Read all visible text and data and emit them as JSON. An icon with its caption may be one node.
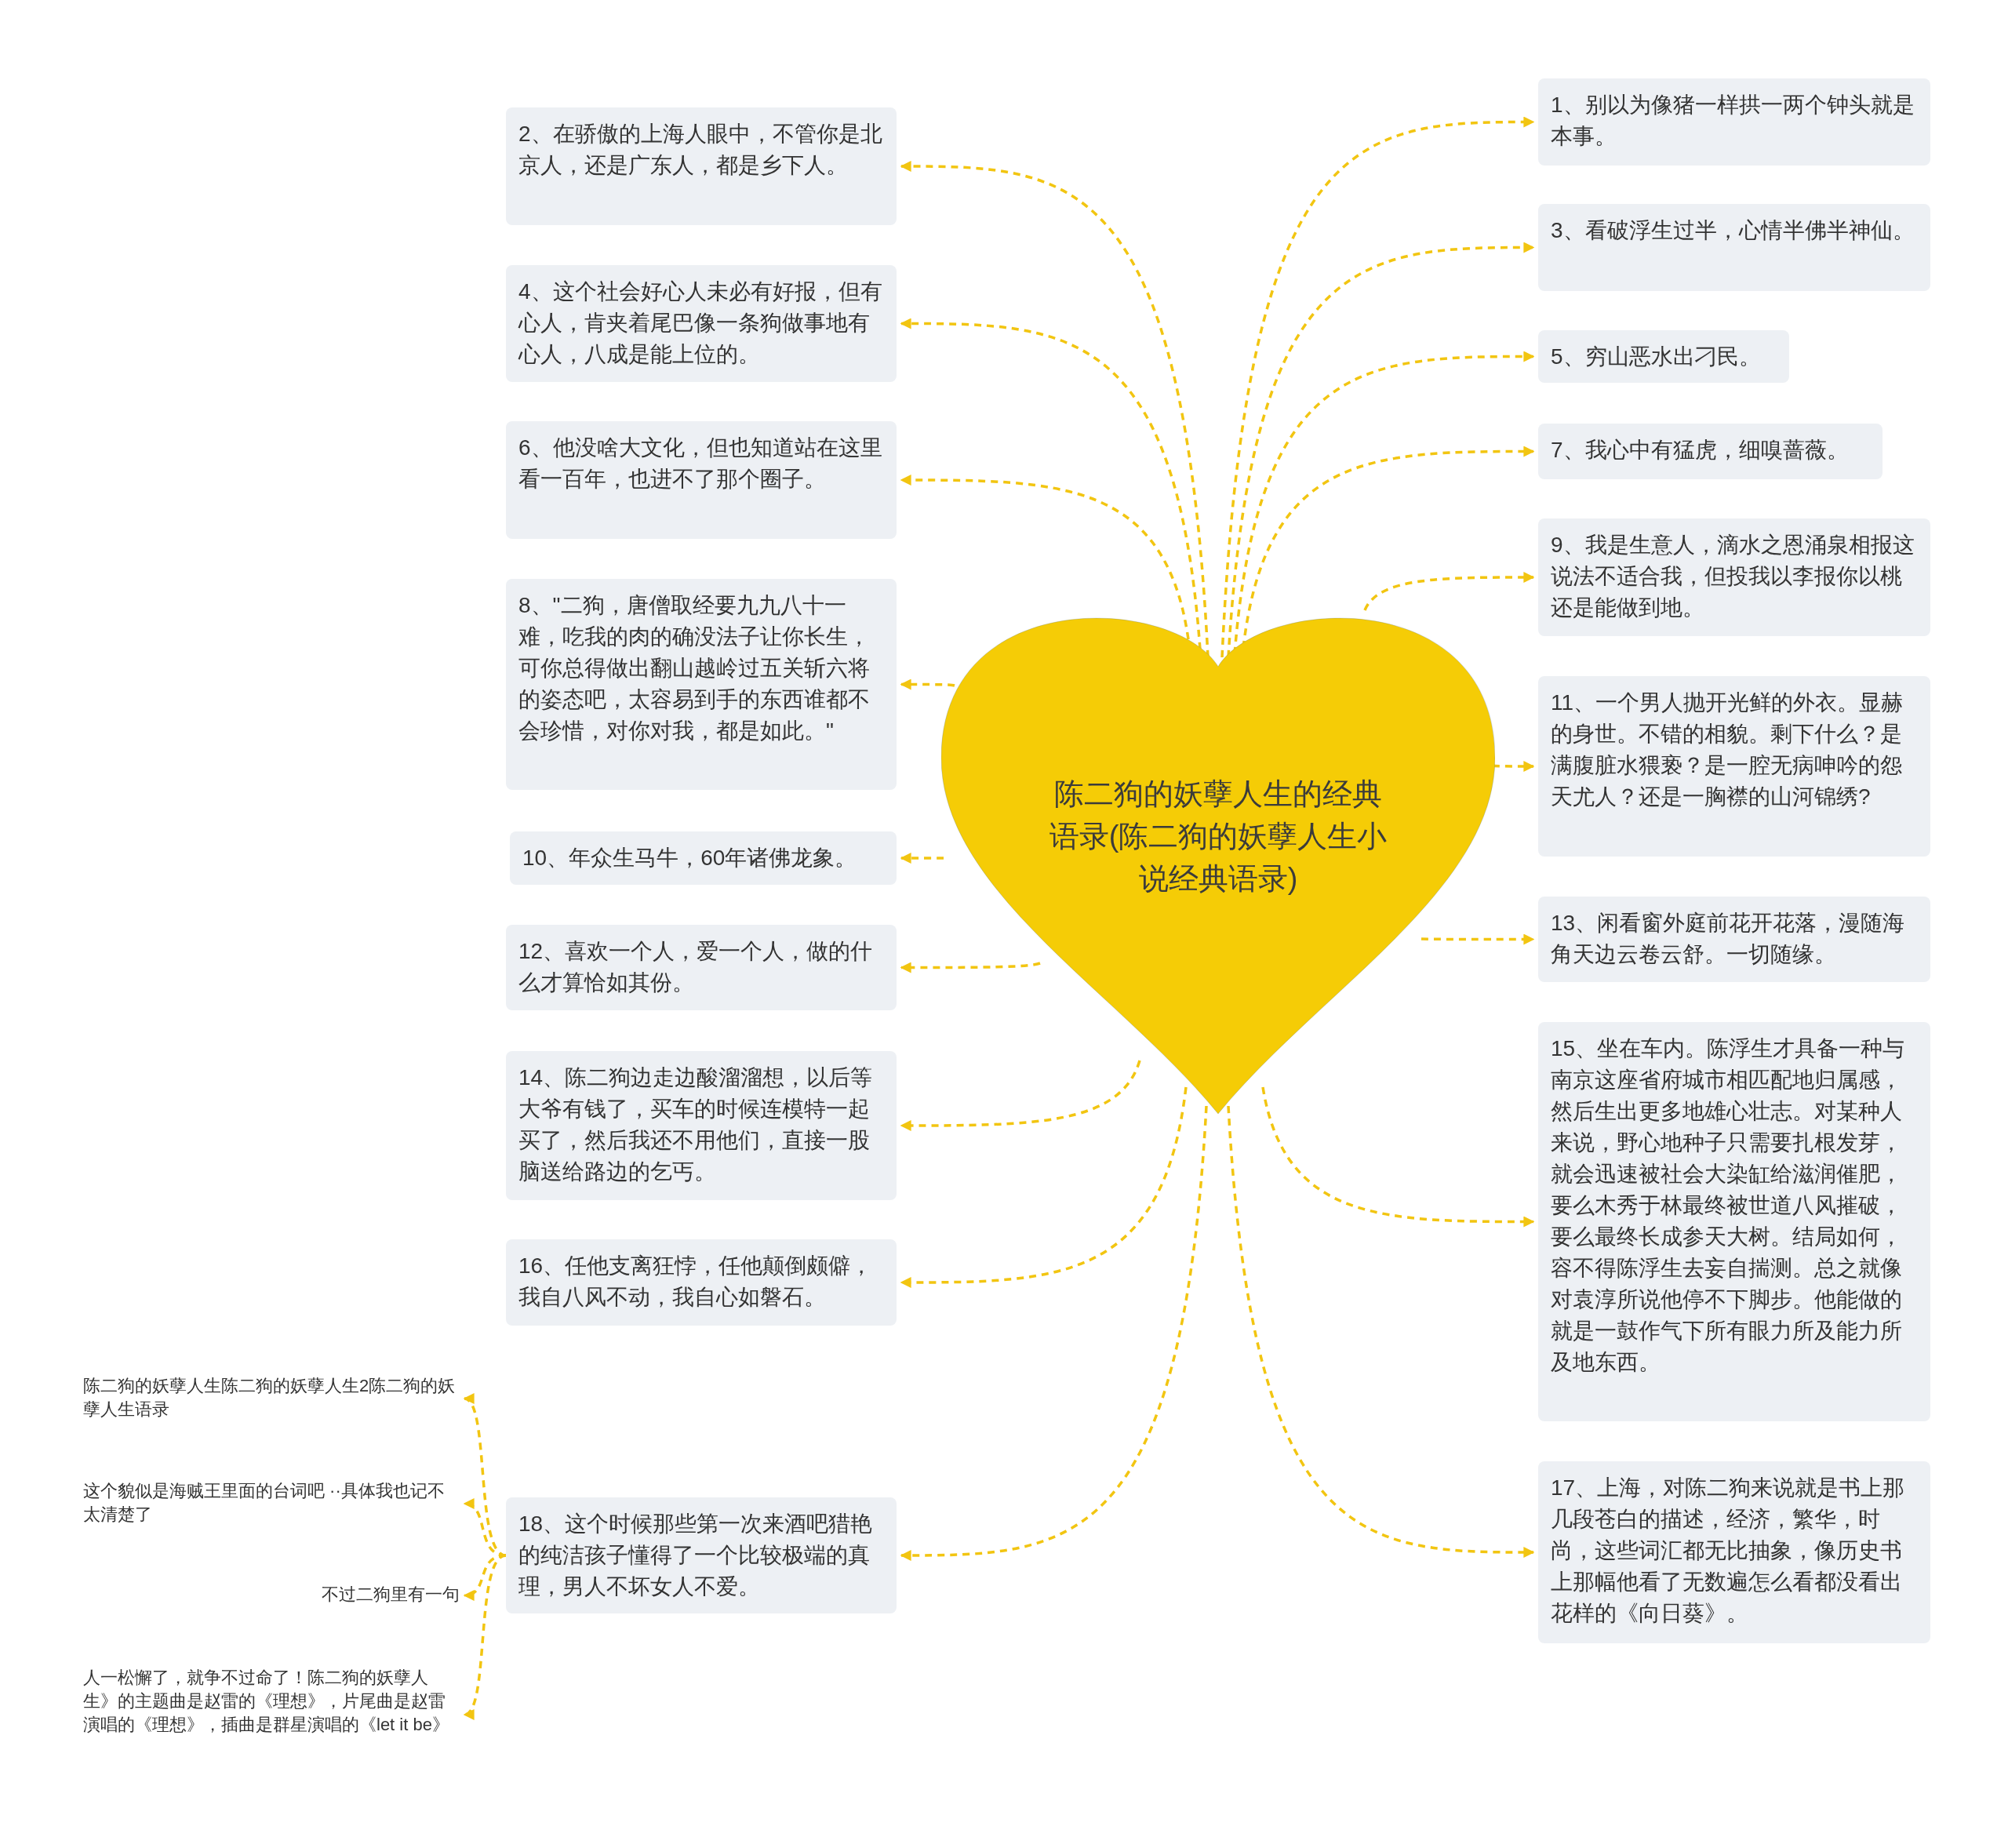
{
  "diagram": {
    "nodes": [
      {
        "text": [
          "陈二狗的妖孽人生的经典语录(陈二狗的妖孽人生小说经典语录)"
        ]
      },
      {
        "text": [
          "1、别以为像猪一样拱一两个钟头就是本事。"
        ]
      },
      {
        "text": [
          "2、在骄傲的上海人眼中，不管你是北京人，还是广东人，都是乡下人。"
        ]
      },
      {
        "text": [
          "3、看破浮生过半，心情半佛半神仙。"
        ]
      },
      {
        "text": [
          "4、这个社会好心人未必有好报，但有心人，肯夹着尾巴像一条狗做事地有心人，八成是能上位的。"
        ]
      },
      {
        "text": [
          "5、穷山恶水出刁民。"
        ]
      },
      {
        "text": [
          "6、他没啥大文化，但也知道站在这里看一百年，也进不了那个圈子。"
        ]
      },
      {
        "text": [
          "7、我心中有猛虎，细嗅蔷薇。"
        ]
      },
      {
        "text": [
          "8、\"二狗，唐僧取经要九九八十一难，吃我的肉的确没法子让你长生，可你总得做出翻山越岭过五关斩六将的姿态吧，太容易到手的东西谁都不会珍惜，对你对我，都是如此。\""
        ]
      },
      {
        "text": [
          "9、我是生意人，滴水之恩涌泉相报这说法不适合我，但投我以李报你以桃还是能做到地。"
        ]
      },
      {
        "text": [
          "10、年众生马牛，60年诸佛龙象。"
        ]
      },
      {
        "text": [
          "11、一个男人抛开光鲜的外衣。显赫的身世。不错的相貌。剩下什么？是满腹脏水猥亵？是一腔无病呻吟的怨天尤人？还是一胸襟的山河锦绣?"
        ]
      },
      {
        "text": [
          "12、喜欢一个人，爱一个人，做的什么才算恰如其份。"
        ]
      },
      {
        "text": [
          "13、闲看窗外庭前花开花落，漫随海角天边云卷云舒。一切随缘。"
        ]
      },
      {
        "text": [
          "14、陈二狗边走边酸溜溜想，以后等大爷有钱了，买车的时候连模特一起买了，然后我还不用他们，直接一股脑送给路边的乞丐。"
        ]
      },
      {
        "text": [
          "15、坐在车内。陈浮生才具备一种与南京这座省府城市相匹配地归属感，然后生出更多地雄心壮志。对某种人来说，野心地种子只需要扎根发芽，就会迅速被社会大染缸给滋润催肥，要么木秀于林最终被世道八风摧破，要么最终长成参天大树。结局如何，容不得陈浮生去妄自揣测。总之就像对袁淳所说他停不下脚步。他能做的就是一鼓作气下所有眼力所及能力所及地东西。"
        ]
      },
      {
        "text": [
          "16、任他支离狂悖，任他颠倒颇僻，我自八风不动，我自心如磐石。"
        ]
      },
      {
        "text": [
          "17、上海，对陈二狗来说就是书上那几段苍白的描述，经济，繁华，时尚，这些词汇都无比抽象，像历史书上那幅他看了无数遍怎么看都没看出花样的《向日葵》。"
        ]
      },
      {
        "text": [
          "18、这个时候那些第一次来酒吧猎艳的纯洁孩子懂得了一个比较极端的真理，男人不坏女人不爱。"
        ]
      },
      {
        "text": [
          "陈二狗的妖孽人生陈二狗的妖孽人生2陈二狗的妖孽人生语录"
        ]
      },
      {
        "text": [
          "这个貌似是海贼王里面的台词吧 ··具体我也记不太清楚了"
        ]
      },
      {
        "text": [
          "不过二狗里有一句"
        ]
      },
      {
        "text": [
          "人一松懈了，就争不过命了！陈二狗的妖孽人生》的主题曲是赵雷的《理想》，片尾曲是赵雷演唱的《理想》，插曲是群星演唱的《let it be》"
        ]
      }
    ],
    "edges": [
      {
        "from": 0,
        "to": 1,
        "arrow": "to",
        "style": "dashed"
      },
      {
        "from": 0,
        "to": 2,
        "arrow": "to",
        "style": "dashed"
      },
      {
        "from": 0,
        "to": 3,
        "arrow": "to",
        "style": "dashed"
      },
      {
        "from": 0,
        "to": 4,
        "arrow": "to",
        "style": "dashed"
      },
      {
        "from": 0,
        "to": 5,
        "arrow": "to",
        "style": "dashed"
      },
      {
        "from": 0,
        "to": 6,
        "arrow": "to",
        "style": "dashed"
      },
      {
        "from": 0,
        "to": 7,
        "arrow": "to",
        "style": "dashed"
      },
      {
        "from": 0,
        "to": 8,
        "arrow": "to",
        "style": "dashed"
      },
      {
        "from": 0,
        "to": 9,
        "arrow": "to",
        "style": "dashed"
      },
      {
        "from": 0,
        "to": 10,
        "arrow": "to",
        "style": "dashed"
      },
      {
        "from": 0,
        "to": 11,
        "arrow": "to",
        "style": "dashed"
      },
      {
        "from": 0,
        "to": 12,
        "arrow": "to",
        "style": "dashed"
      },
      {
        "from": 0,
        "to": 13,
        "arrow": "to",
        "style": "dashed"
      },
      {
        "from": 0,
        "to": 14,
        "arrow": "to",
        "style": "dashed"
      },
      {
        "from": 0,
        "to": 15,
        "arrow": "to",
        "style": "dashed"
      },
      {
        "from": 0,
        "to": 16,
        "arrow": "to",
        "style": "dashed"
      },
      {
        "from": 0,
        "to": 17,
        "arrow": "to",
        "style": "dashed"
      },
      {
        "from": 0,
        "to": 18,
        "arrow": "to",
        "style": "dashed"
      },
      {
        "from": 18,
        "to": 19,
        "arrow": "to",
        "style": "dashed"
      },
      {
        "from": 18,
        "to": 20,
        "arrow": "to",
        "style": "dashed"
      },
      {
        "from": 18,
        "to": 21,
        "arrow": "to",
        "style": "dashed"
      },
      {
        "from": 18,
        "to": 22,
        "arrow": "to",
        "style": "dashed"
      }
    ]
  }
}
